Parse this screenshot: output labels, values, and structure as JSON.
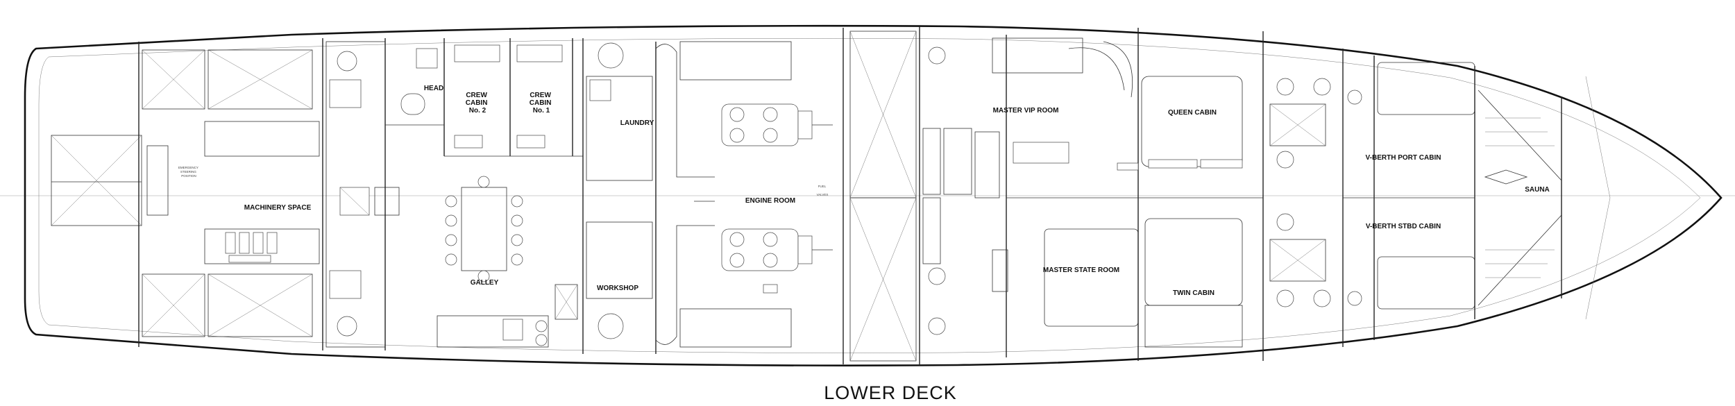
{
  "title": "LOWER DECK",
  "rooms": {
    "head": "HEAD",
    "crew_cabin_2": [
      "CREW",
      "CABIN",
      "No. 2"
    ],
    "crew_cabin_1": [
      "CREW",
      "CABIN",
      "No. 1"
    ],
    "laundry": "LAUNDRY",
    "machinery_space": "MACHINERY SPACE",
    "galley": "GALLEY",
    "workshop": "WORKSHOP",
    "engine_room": "ENGINE ROOM",
    "master_vip_room": "MASTER VIP ROOM",
    "master_state_room": "MASTER STATE ROOM",
    "queen_cabin": "QUEEN CABIN",
    "twin_cabin": "TWIN CABIN",
    "v_berth_port_cabin": "V-BERTH PORT CABIN",
    "v_berth_stbd_cabin": "V-BERTH STBD CABIN",
    "sauna": "SAUNA"
  },
  "minor_labels": {
    "emergency_steering": [
      "EMERGENCY",
      "STEERING",
      "POSITION"
    ],
    "fuel_valves": [
      "FUEL",
      "VALVES"
    ]
  }
}
